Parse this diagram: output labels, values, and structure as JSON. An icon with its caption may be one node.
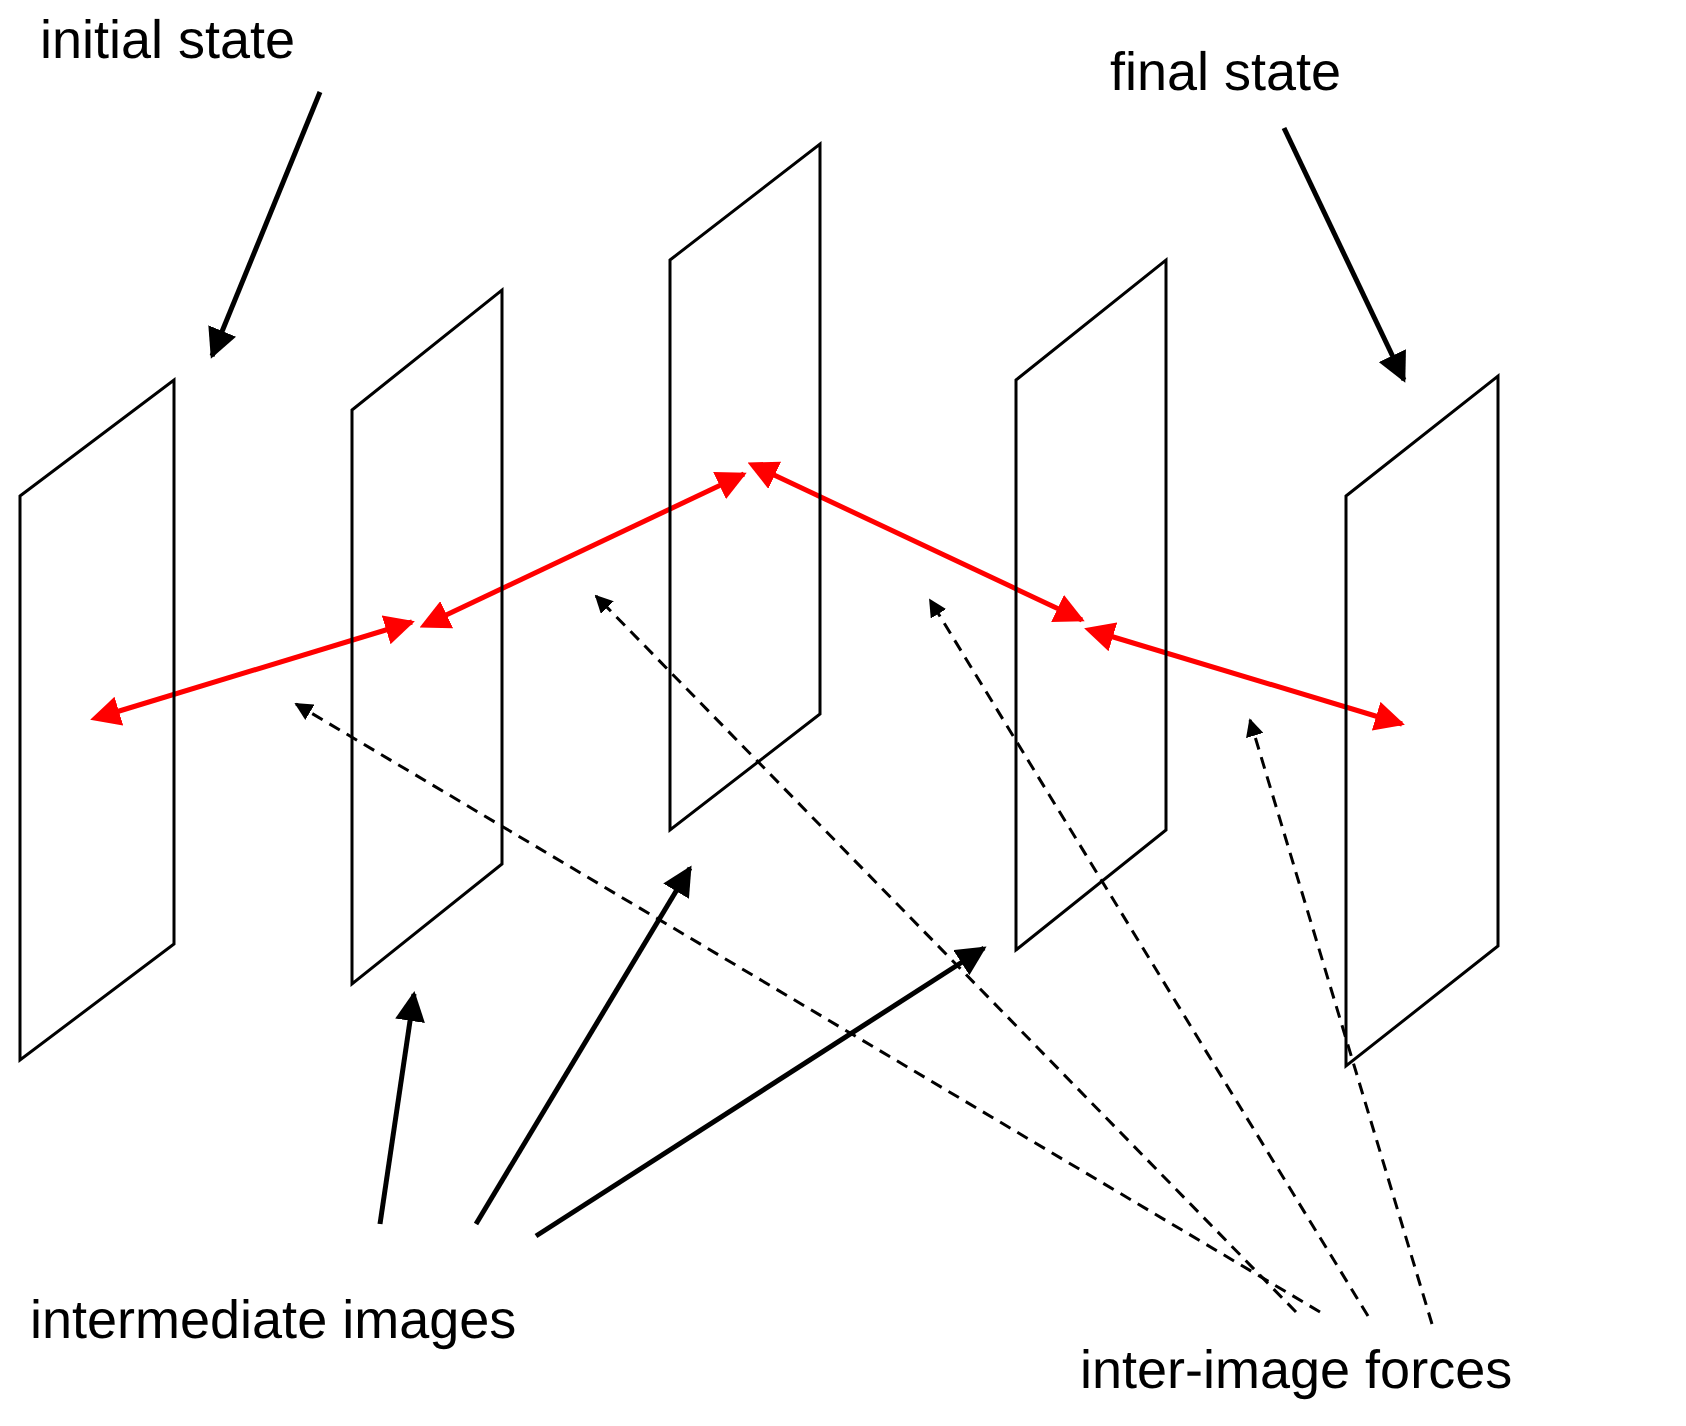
{
  "diagram": {
    "nodes": [
      {
        "text": [],
        "shape": "parallelogram"
      },
      {
        "text": [],
        "shape": "parallelogram"
      },
      {
        "text": [],
        "shape": "parallelogram"
      },
      {
        "text": [],
        "shape": "parallelogram"
      },
      {
        "text": [],
        "shape": "parallelogram"
      },
      {
        "text": [
          "initial state"
        ]
      },
      {
        "text": [
          "final state"
        ]
      },
      {
        "text": [
          "intermediate images"
        ]
      },
      {
        "text": [
          "inter-image forces"
        ]
      }
    ],
    "edges": [
      {
        "from": 5,
        "to": 0,
        "arrow": "to"
      },
      {
        "from": 6,
        "to": 4,
        "arrow": "to"
      },
      {
        "from": 0,
        "to": 1,
        "arrow": "both",
        "color": "#ff0000"
      },
      {
        "from": 1,
        "to": 2,
        "arrow": "both",
        "color": "#ff0000"
      },
      {
        "from": 2,
        "to": 3,
        "arrow": "both",
        "color": "#ff0000"
      },
      {
        "from": 3,
        "to": 4,
        "arrow": "both",
        "color": "#ff0000"
      },
      {
        "from": 7,
        "to": 1,
        "arrow": "to"
      },
      {
        "from": 7,
        "to": 2,
        "arrow": "to"
      },
      {
        "from": 7,
        "to": 3,
        "arrow": "to"
      },
      {
        "from": 8,
        "to": null,
        "arrow": "to",
        "style": "dashed"
      },
      {
        "from": 8,
        "to": null,
        "arrow": "to",
        "style": "dashed"
      },
      {
        "from": 8,
        "to": null,
        "arrow": "to",
        "style": "dashed"
      },
      {
        "from": 8,
        "to": null,
        "arrow": "to",
        "style": "dashed"
      }
    ]
  }
}
